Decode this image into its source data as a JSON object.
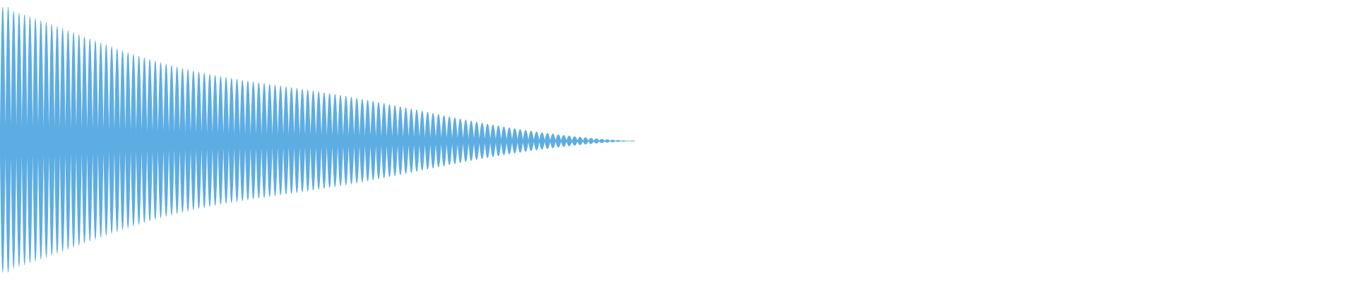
{
  "waveform": {
    "color": "#5dade2",
    "background": "#ffffff",
    "cycles": 58,
    "envelope": "decaying",
    "initial_amplitude": 1.0,
    "active_fraction": 0.466
  }
}
